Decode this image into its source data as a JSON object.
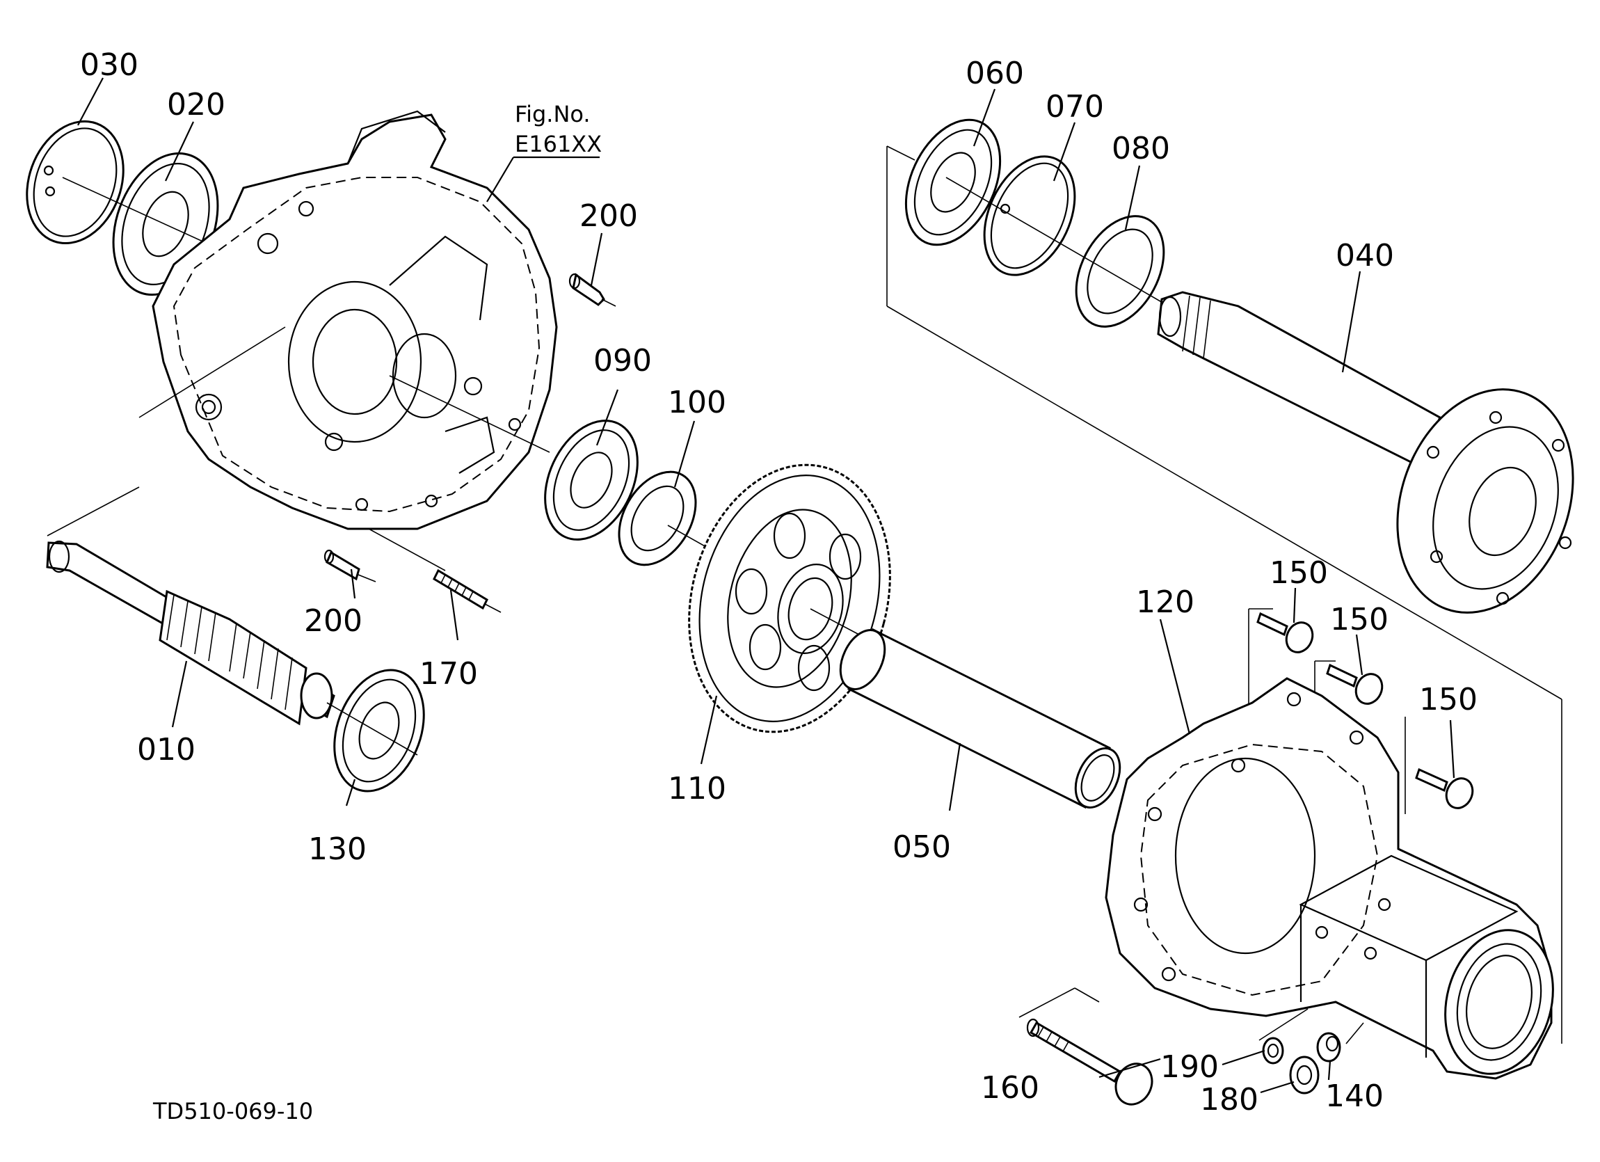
{
  "figure": {
    "fig_no_label": "Fig.No.",
    "fig_no_value": "E161XX",
    "drawing_id": "TD510-069-10"
  },
  "callouts": [
    {
      "id": "030",
      "text": "030"
    },
    {
      "id": "020",
      "text": "020"
    },
    {
      "id": "200a",
      "text": "200"
    },
    {
      "id": "090",
      "text": "090"
    },
    {
      "id": "100",
      "text": "100"
    },
    {
      "id": "200b",
      "text": "200"
    },
    {
      "id": "170",
      "text": "170"
    },
    {
      "id": "010",
      "text": "010"
    },
    {
      "id": "130",
      "text": "130"
    },
    {
      "id": "110",
      "text": "110"
    },
    {
      "id": "060",
      "text": "060"
    },
    {
      "id": "070",
      "text": "070"
    },
    {
      "id": "080",
      "text": "080"
    },
    {
      "id": "040",
      "text": "040"
    },
    {
      "id": "120",
      "text": "120"
    },
    {
      "id": "150a",
      "text": "150"
    },
    {
      "id": "150b",
      "text": "150"
    },
    {
      "id": "150c",
      "text": "150"
    },
    {
      "id": "050",
      "text": "050"
    },
    {
      "id": "160",
      "text": "160"
    },
    {
      "id": "190",
      "text": "190"
    },
    {
      "id": "180",
      "text": "180"
    },
    {
      "id": "140",
      "text": "140"
    }
  ]
}
